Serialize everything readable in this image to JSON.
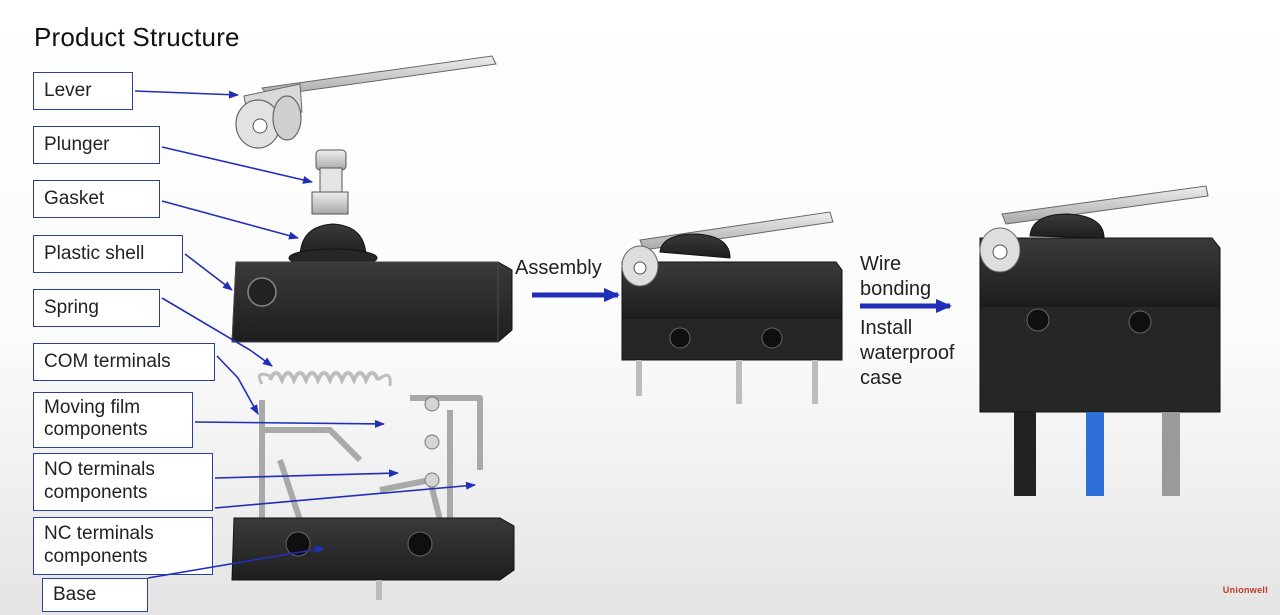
{
  "title": "Product Structure",
  "labels": {
    "lever": "Lever",
    "plunger": "Plunger",
    "gasket": "Gasket",
    "plastic_shell": "Plastic shell",
    "spring": "Spring",
    "com_terminals": "COM terminals",
    "moving_film_1": "Moving film",
    "moving_film_2": "components",
    "no_terminals_1": "NO terminals",
    "no_terminals_2": "components",
    "nc_terminals_1": "NC terminals",
    "nc_terminals_2": "components",
    "base": "Base"
  },
  "steps": {
    "assembly": "Assembly",
    "wire_bonding_1": "Wire",
    "wire_bonding_2": "bonding",
    "install_1": "Install",
    "install_2": "waterproof",
    "install_3": "case"
  },
  "brand": "Unionwell",
  "colors": {
    "arrow": "#1f2fb8",
    "body": "#2b2b2b",
    "metal": "#c9c9c9",
    "wire_black": "#222222",
    "wire_blue": "#2f6fd8",
    "wire_gray": "#9a9a9a"
  }
}
